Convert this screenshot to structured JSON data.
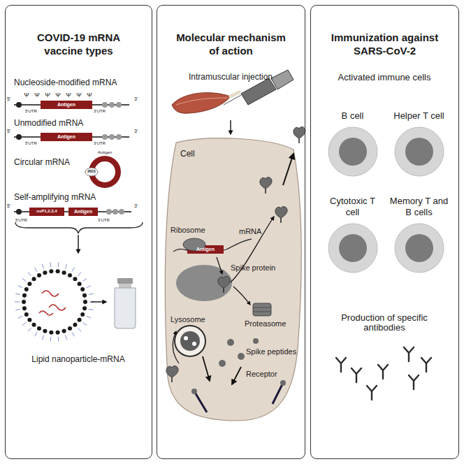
{
  "diagram": {
    "nodes": [
      {
        "text": [
          "COVID-19 mRNA vaccine types"
        ]
      },
      {
        "text": [
          "Molecular mechanism of action"
        ]
      },
      {
        "text": [
          "Immunization against SARS-CoV-2"
        ]
      },
      {
        "text": [
          "B cell"
        ],
        "in": 2
      },
      {
        "text": [
          "Helper T cell"
        ],
        "in": 2
      },
      {
        "text": [
          "Cytotoxic T cell"
        ],
        "in": 2
      },
      {
        "text": [
          "Memory T and B cells"
        ],
        "in": 2
      }
    ],
    "labels": [
      "Nucleoside-modified mRNA",
      "Ψ",
      "Ψ",
      "Ψ",
      "Ψ",
      "Ψ",
      "Ψ",
      "Ψ",
      "5'",
      "Antigen",
      "5'UTR",
      "3'UTR",
      "3'",
      "Unmodified mRNA",
      "5'",
      "Antigen",
      "5'UTR",
      "3'UTR",
      "3'",
      "Circular mRNA",
      "Antigen",
      "IRES",
      "Self-amplifying mRNA",
      "5'",
      "nsP1,2,3,4",
      "Antigen",
      "5'UTR",
      "3'UTR",
      "3'",
      "Lipid nanoparticle-mRNA",
      "Intramuscular injection",
      "Cell",
      "Ribosome",
      "Antigen",
      "mRNA",
      "Spike protein",
      "Lysosome",
      "Proteasome",
      "Spike peptides",
      "Receptor",
      "Activated immune cells",
      "Production of specific antibodies"
    ]
  }
}
